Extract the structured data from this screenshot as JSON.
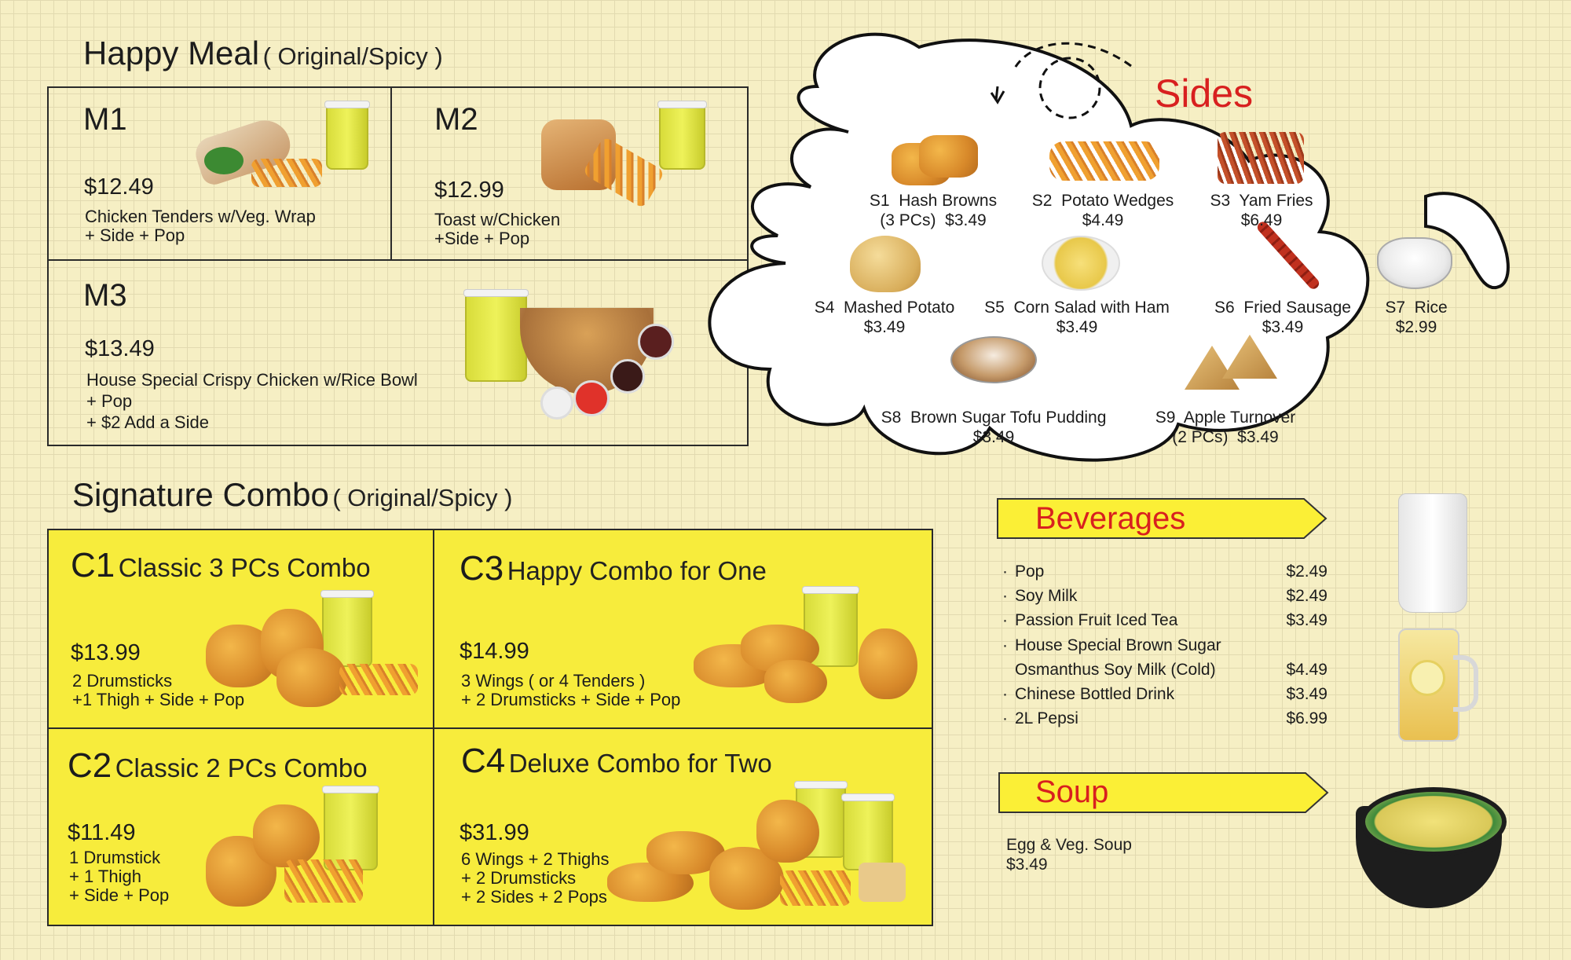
{
  "happy_meal": {
    "title": "Happy Meal",
    "subtitle": "( Original/Spicy )",
    "items": [
      {
        "code": "M1",
        "price": "$12.49",
        "desc": "Chicken Tenders w/Veg. Wrap\n+ Side + Pop"
      },
      {
        "code": "M2",
        "price": "$12.99",
        "desc": "Toast w/Chicken\n+Side + Pop"
      },
      {
        "code": "M3",
        "price": "$13.49",
        "desc": "House Special Crispy Chicken w/Rice Bowl\n+ Pop\n+ $2 Add a Side"
      }
    ]
  },
  "signature_combo": {
    "title": "Signature Combo",
    "subtitle": "( Original/Spicy )",
    "items": [
      {
        "code": "C1",
        "name": "Classic 3 PCs Combo",
        "price": "$13.99",
        "desc": "2 Drumsticks\n+1 Thigh + Side + Pop"
      },
      {
        "code": "C3",
        "name": "Happy Combo for One",
        "price": "$14.99",
        "desc": "3 Wings ( or 4 Tenders )\n+ 2 Drumsticks + Side + Pop"
      },
      {
        "code": "C2",
        "name": "Classic 2 PCs Combo",
        "price": "$11.49",
        "desc": "1 Drumstick\n+ 1 Thigh\n+ Side + Pop"
      },
      {
        "code": "C4",
        "name": "Deluxe Combo for Two",
        "price": "$31.99",
        "desc": "6 Wings + 2 Thighs\n+ 2 Drumsticks\n+ 2 Sides + 2 Pops"
      }
    ]
  },
  "sides": {
    "title": "Sides",
    "items": [
      {
        "label": "S1  Hash Browns\n(3 PCs)  $3.49"
      },
      {
        "label": "S2  Potato Wedges\n$4.49"
      },
      {
        "label": "S3  Yam Fries\n$6.49"
      },
      {
        "label": "S4  Mashed Potato\n$3.49"
      },
      {
        "label": "S5  Corn Salad with Ham\n$3.49"
      },
      {
        "label": "S6  Fried Sausage\n$3.49"
      },
      {
        "label": "S7  Rice\n$2.99"
      },
      {
        "label": "S8  Brown Sugar Tofu Pudding\n$3.49"
      },
      {
        "label": "S9  Apple Turnover\n(2 PCs)  $3.49"
      }
    ]
  },
  "beverages": {
    "title": "Beverages",
    "bullet": "·",
    "items": [
      {
        "name": "Pop",
        "price": "$2.49"
      },
      {
        "name": "Soy Milk",
        "price": "$2.49"
      },
      {
        "name": "Passion Fruit Iced Tea",
        "price": "$3.49"
      },
      {
        "name": "House Special Brown Sugar",
        "price": ""
      },
      {
        "name": "Osmanthus Soy Milk (Cold)",
        "price": "$4.49"
      },
      {
        "name": "Chinese Bottled Drink",
        "price": "$3.49"
      },
      {
        "name": "2L Pepsi",
        "price": "$6.99"
      }
    ]
  },
  "soup": {
    "title": "Soup",
    "item": "Egg & Veg. Soup",
    "price": "$3.49"
  },
  "colors": {
    "background": "#f6efc4",
    "combo_yellow": "#f7ec3c",
    "banner_yellow": "#fbef36",
    "heading_red": "#d8201f"
  }
}
